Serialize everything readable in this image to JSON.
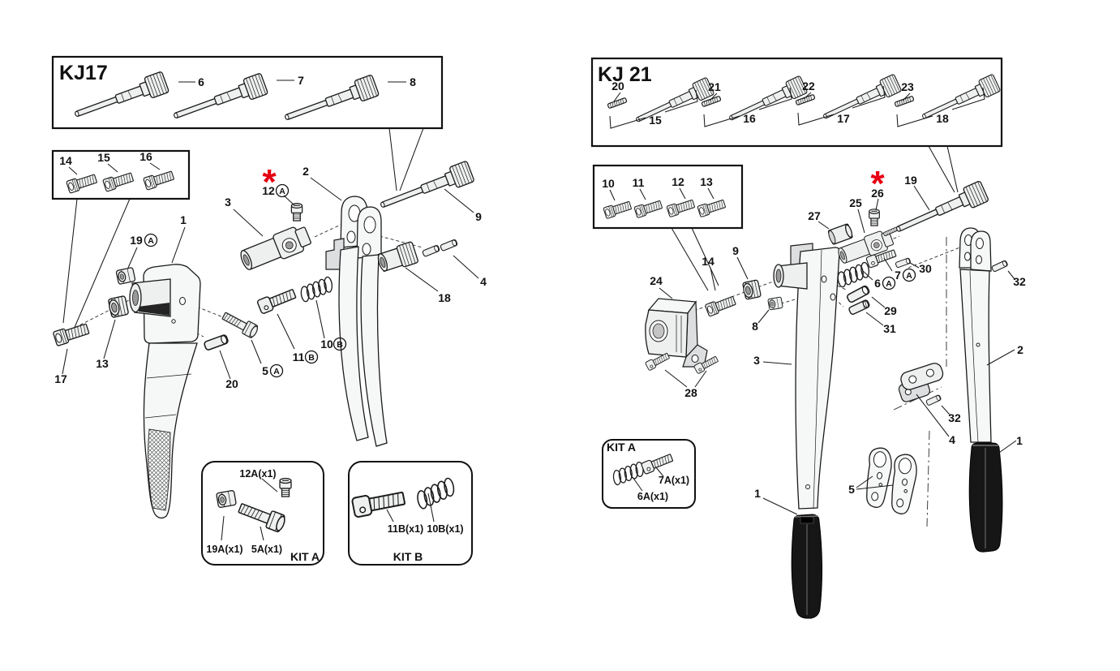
{
  "colors": {
    "line": "#1a1a1a",
    "asterisk_red": "#e60012",
    "part_fill": "#eef0f0",
    "grip_black": "#161616"
  },
  "kj17": {
    "title": "KJ17",
    "asterisk": "*",
    "top_box_labels": [
      "6",
      "7",
      "8"
    ],
    "screw_box_labels": [
      "14",
      "15",
      "16"
    ],
    "labels": {
      "p1": "1",
      "p2": "2",
      "p3": "3",
      "p4": "4",
      "p9": "9",
      "p12": "12",
      "p12_letter": "A",
      "p13": "13",
      "p17": "17",
      "p18": "18",
      "p19": "19",
      "p19_letter": "A",
      "p20": "20",
      "p5": "5",
      "p5_letter": "A",
      "p11": "11",
      "p11_letter": "B",
      "p10": "10",
      "p10_letter": "B"
    },
    "kit_a": {
      "name": "KIT A",
      "item_12a": "12A(x1)",
      "item_19a": "19A(x1)",
      "item_5a": "5A(x1)"
    },
    "kit_b": {
      "name": "KIT B",
      "item_11b": "11B(x1)",
      "item_10b": "10B(x1)"
    }
  },
  "kj21": {
    "title": "KJ 21",
    "asterisk": "*",
    "top_box": {
      "a1": {
        "screw": "20",
        "mandrel": "15"
      },
      "a2": {
        "screw": "21",
        "mandrel": "16"
      },
      "a3": {
        "screw": "22",
        "mandrel": "17"
      },
      "a4": {
        "screw": "23",
        "mandrel": "18"
      }
    },
    "screw_box_labels": [
      "10",
      "11",
      "12",
      "13"
    ],
    "labels": {
      "p1_main": "1",
      "p1_right": "1",
      "p2": "2",
      "p3": "3",
      "p4": "4",
      "p5": "5",
      "p8": "8",
      "p9": "9",
      "p14": "14",
      "p19": "19",
      "p24": "24",
      "p25": "25",
      "p26": "26",
      "p27": "27",
      "p28": "28",
      "p29": "29",
      "p30": "30",
      "p31": "31",
      "p32_upper": "32",
      "p32_lower": "32",
      "p7": "7",
      "p7_letter": "A",
      "p6": "6",
      "p6_letter": "A"
    },
    "kit_a": {
      "name": "KIT A",
      "item_7a": "7A(x1)",
      "item_6a": "6A(x1)"
    }
  }
}
